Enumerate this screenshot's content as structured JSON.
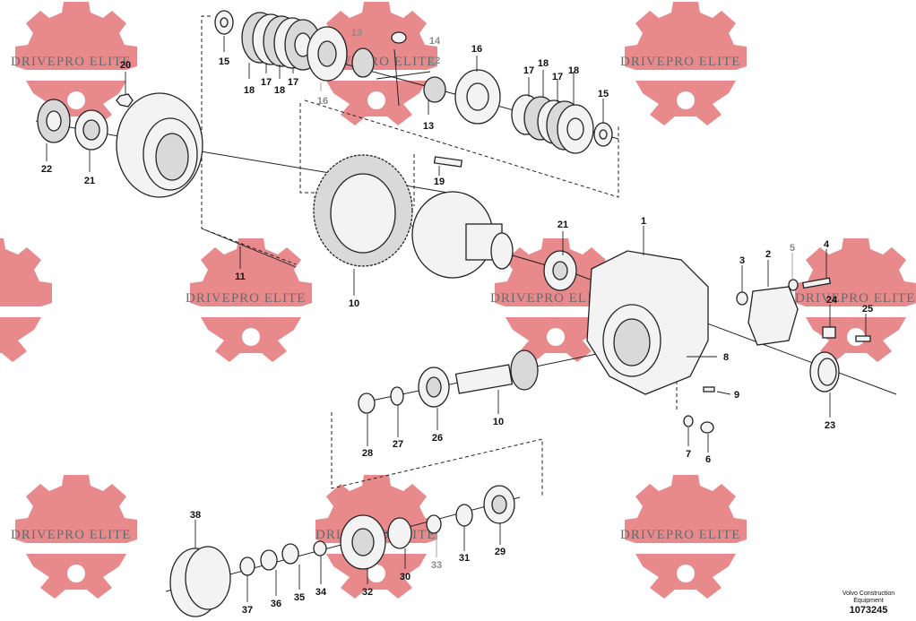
{
  "watermark": {
    "text": "DRIVEPRO ELITE",
    "color": "#e8898c"
  },
  "footer": {
    "line1": "Volvo Construction",
    "line2": "Equipment",
    "drawing_number": "1073245"
  },
  "callouts": {
    "c1": "1",
    "c2": "2",
    "c3": "3",
    "c4": "4",
    "c5": "5",
    "c6": "6",
    "c7": "7",
    "c8": "8",
    "c9": "9",
    "c10a": "10",
    "c10b": "10",
    "c11": "11",
    "c12": "12",
    "c13a": "13",
    "c13b": "13",
    "c14": "14",
    "c15a": "15",
    "c15b": "15",
    "c16a": "16",
    "c16b": "16",
    "c17a": "17",
    "c17b": "17",
    "c17c": "17",
    "c17d": "17",
    "c18a": "18",
    "c18b": "18",
    "c18c": "18",
    "c18d": "18",
    "c19": "19",
    "c20": "20",
    "c21a": "21",
    "c21b": "21",
    "c22": "22",
    "c23": "23",
    "c24": "24",
    "c25": "25",
    "c26": "26",
    "c27": "27",
    "c28": "28",
    "c29": "29",
    "c30": "30",
    "c31": "31",
    "c32": "32",
    "c33": "33",
    "c34": "34",
    "c35": "35",
    "c36": "36",
    "c37": "37",
    "c38": "38"
  }
}
